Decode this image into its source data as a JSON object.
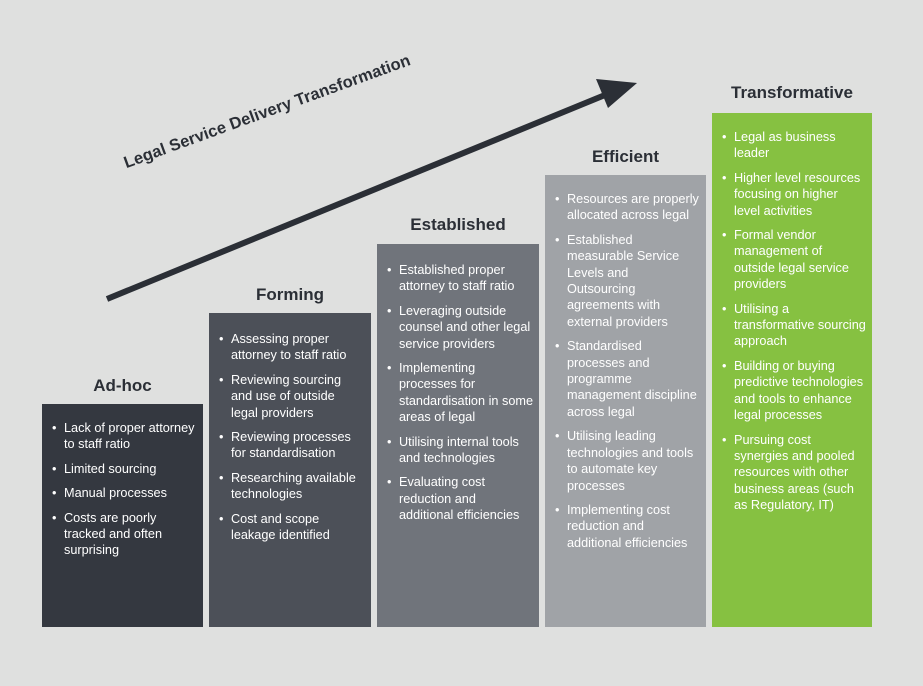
{
  "arrow": {
    "label": "Legal Service Delivery Transformation"
  },
  "colors": {
    "background": "#dfe0df",
    "adhoc": "#343840",
    "forming": "#4c5058",
    "established": "#70747b",
    "efficient": "#a0a3a7",
    "transformative": "#86c141"
  },
  "stages": [
    {
      "title": "Ad-hoc",
      "items": [
        "Lack of proper attorney to staff ratio",
        "Limited sourcing",
        "Manual processes",
        "Costs are poorly tracked and often surprising"
      ]
    },
    {
      "title": "Forming",
      "items": [
        "Assessing proper attorney to staff ratio",
        "Reviewing sourcing and use of outside legal providers",
        "Reviewing processes for standardisation",
        "Researching available technologies",
        "Cost and scope leakage identified"
      ]
    },
    {
      "title": "Established",
      "items": [
        "Established proper attorney to staff ratio",
        "Leveraging outside counsel and other legal service providers",
        "Implementing processes for standardisation in some areas of legal",
        "Utilising internal tools and technologies",
        "Evaluating cost reduction and additional efficiencies"
      ]
    },
    {
      "title": "Efficient",
      "items": [
        "Resources are properly allocated across legal",
        "Established measurable Service Levels and Outsourcing agreements with external providers",
        "Standardised processes and programme management discipline across legal",
        "Utilising leading technologies and tools to automate key processes",
        "Implementing cost reduction and additional efficiencies"
      ]
    },
    {
      "title": "Transformative",
      "items": [
        "Legal as business leader",
        "Higher level resources focusing on higher level activities",
        "Formal vendor management of outside legal service providers",
        "Utilising a transformative sourcing approach",
        "Building or buying predictive technologies and tools to enhance legal processes",
        "Pursuing cost synergies and pooled resources with other business areas (such as Regulatory, IT)"
      ]
    }
  ]
}
